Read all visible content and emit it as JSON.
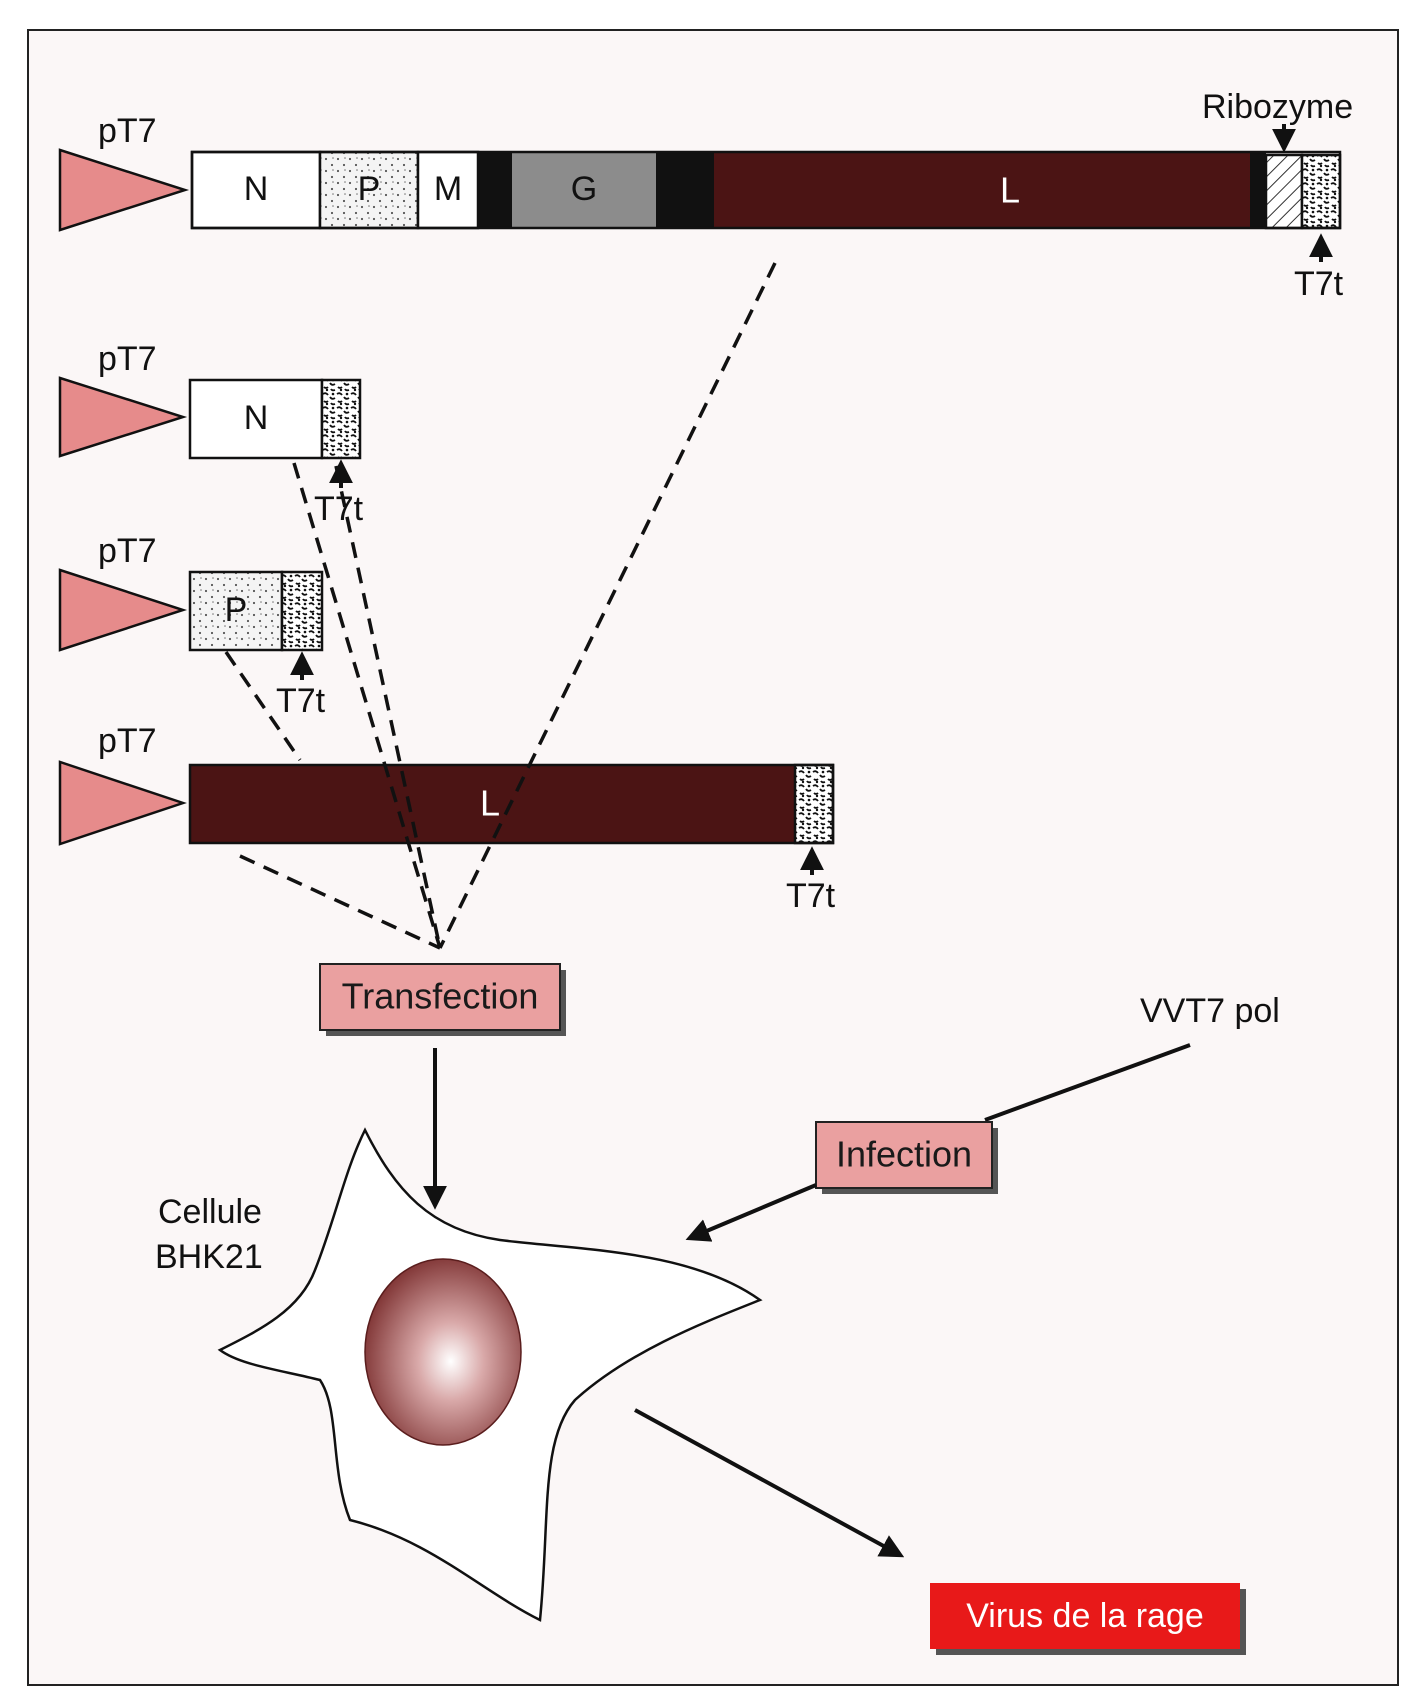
{
  "colors": {
    "promoter": "#e68b8b",
    "L_gene": "#4b1414",
    "G_gene": "#8c8c8c",
    "spacer": "#111111",
    "process_box": "#eaa0a0",
    "virus_box": "#e81919",
    "background": "#fbf7f7",
    "nucleus": "#8a3a3a"
  },
  "labels": {
    "promoter": "pT7",
    "terminator": "T7t",
    "ribozyme": "Ribozyme",
    "cell_line1": "Cellule",
    "cell_line2": "BHK21",
    "vaccinia": "VVT7 pol"
  },
  "full_construct": {
    "genes": {
      "N": "N",
      "P": "P",
      "M": "M",
      "G": "G",
      "L": "L"
    }
  },
  "helper_plasmids": {
    "N": "N",
    "P": "P",
    "L": "L"
  },
  "steps": {
    "transfection": "Transfection",
    "infection": "Infection",
    "result": "Virus de la rage"
  }
}
